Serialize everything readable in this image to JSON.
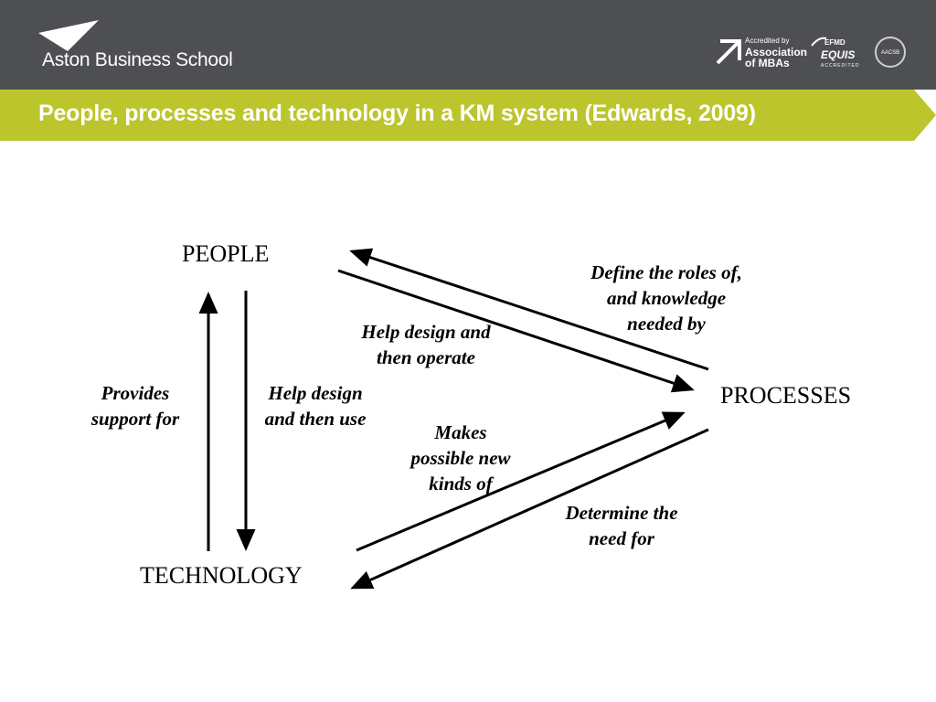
{
  "header": {
    "school_name": "Aston Business School",
    "amba": {
      "line1": "Accredited by",
      "line2": "Association",
      "line3": "of MBAs"
    },
    "equis": {
      "line1": "EFMD",
      "line2": "EQUIS",
      "line3": "ACCREDITED"
    },
    "aacsb": {
      "line1": "AACSB"
    },
    "bg_color": "#4d4f52"
  },
  "title": {
    "text": "People, processes and technology in a KM system (Edwards, 2009)",
    "band_color": "#bcc52b"
  },
  "diagram": {
    "nodes": {
      "people": "PEOPLE",
      "processes": "PROCESSES",
      "technology": "TECHNOLOGY"
    },
    "labels": {
      "define_roles": [
        "Define the roles of,",
        "and knowledge",
        "needed by"
      ],
      "help_design_operate": [
        "Help design and",
        "then operate"
      ],
      "provides_support": [
        "Provides",
        "support for"
      ],
      "help_design_use": [
        "Help design",
        "and then use"
      ],
      "makes_possible": [
        "Makes",
        "possible new",
        "kinds of"
      ],
      "determine_need": [
        "Determine the",
        "need for"
      ]
    }
  }
}
